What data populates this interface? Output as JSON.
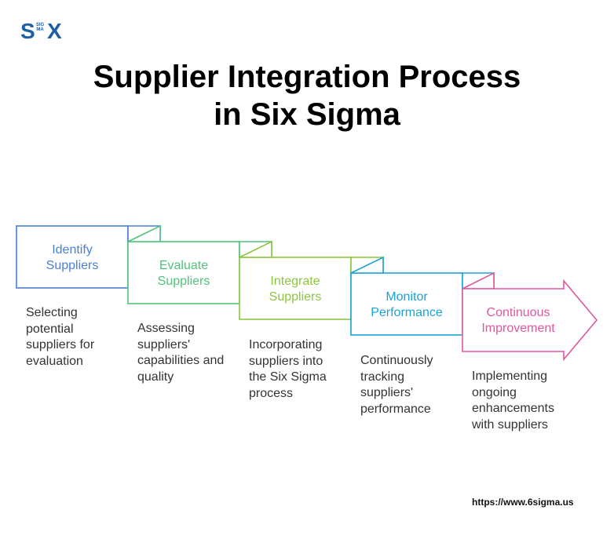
{
  "brand": {
    "logo_main_left": "S",
    "logo_main_right": "X",
    "logo_small": "SIGMA",
    "color": "#1d5fa3"
  },
  "title": {
    "line1": "Supplier Integration Process",
    "line2": "in Six Sigma"
  },
  "steps": [
    {
      "label_line1": "Identify",
      "label_line2": "Suppliers",
      "description": [
        "Selecting",
        "potential",
        "suppliers for",
        "evaluation"
      ],
      "color": "#4a7fd6"
    },
    {
      "label_line1": "Evaluate",
      "label_line2": "Suppliers",
      "description": [
        "Assessing",
        "suppliers'",
        "capabilities and",
        "quality"
      ],
      "color": "#4fc47a"
    },
    {
      "label_line1": "Integrate",
      "label_line2": "Suppliers",
      "description": [
        "Incorporating",
        "suppliers into",
        "the Six Sigma",
        "process"
      ],
      "color": "#8cc63f"
    },
    {
      "label_line1": "Monitor",
      "label_line2": "Performance",
      "description": [
        "Continuously",
        "tracking",
        "suppliers'",
        "performance"
      ],
      "color": "#1aa3d6"
    },
    {
      "label_line1": "Continuous",
      "label_line2": "Improvement",
      "description": [
        "Implementing",
        "ongoing",
        "enhancements",
        "with suppliers"
      ],
      "color": "#e0579e"
    }
  ],
  "footer": {
    "url": "https://www.6sigma.us"
  }
}
